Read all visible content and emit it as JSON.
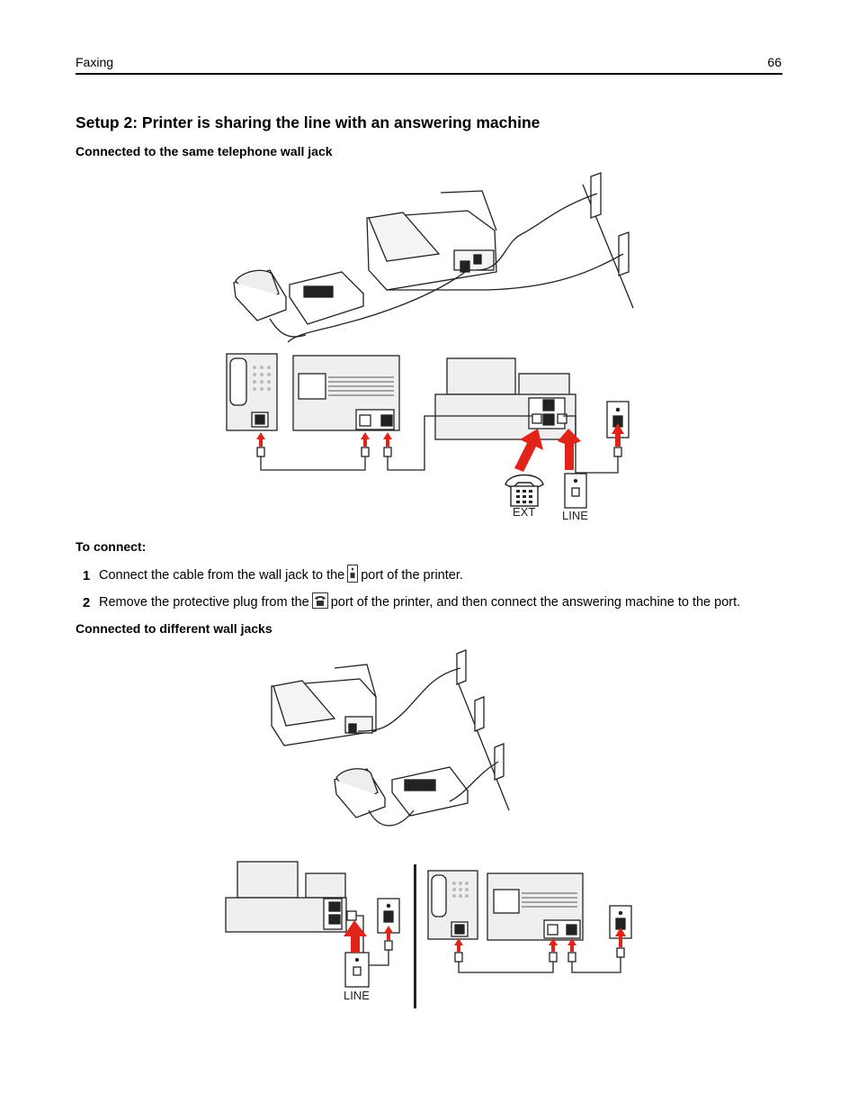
{
  "header": {
    "section": "Faxing",
    "page_number": "66"
  },
  "title": "Setup 2: Printer is sharing the line with an answering machine",
  "subhead_same_jack": "Connected to the same telephone wall jack",
  "to_connect": "To connect:",
  "steps": [
    {
      "num": "1",
      "before": "Connect the cable from the wall jack to the",
      "icon": "line-port-icon",
      "after": "port of the printer."
    },
    {
      "num": "2",
      "before": "Remove the protective plug from the",
      "icon": "ext-phone-port-icon",
      "after": "port of the printer, and then connect the answering machine to the port."
    }
  ],
  "subhead_different_jacks": "Connected to different wall jacks",
  "diagram_labels": {
    "ext": "EXT",
    "line": "LINE",
    "line_bottom": "LINE"
  },
  "colors": {
    "arrow": "#e2231a",
    "outline": "#222222",
    "panel": "#efefef"
  }
}
